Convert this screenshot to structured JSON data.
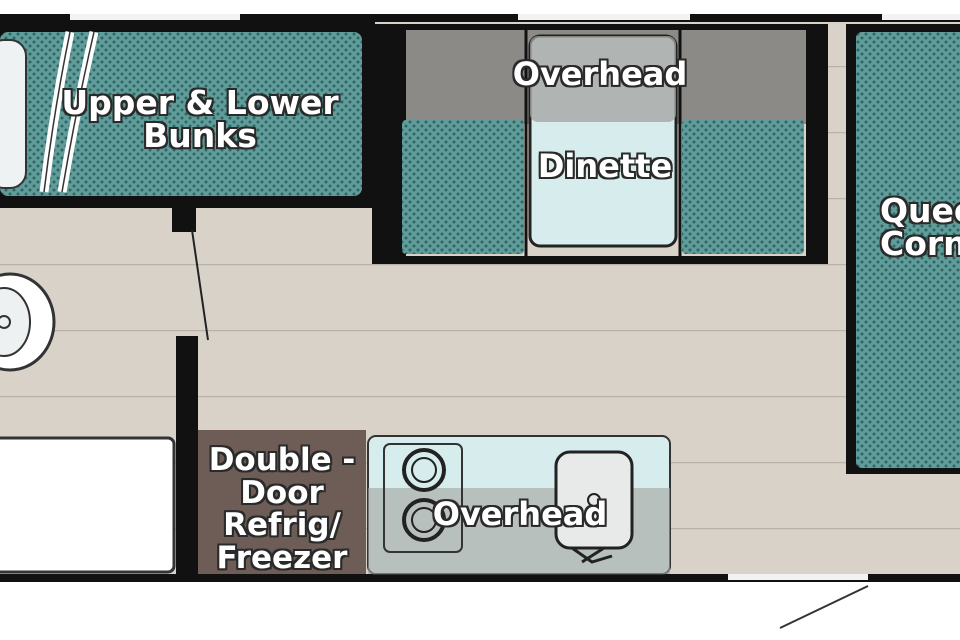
{
  "colors": {
    "floor": "#d8d2c9",
    "floor_line": "#b9b2a8",
    "wall": "#111111",
    "cushion": "#5f9c9a",
    "cushion_dot": "#2f6665",
    "table": "#d7ecec",
    "fridge": "#6e5d56",
    "white": "#ffffff"
  },
  "labels": {
    "bunks": "Upper & Lower Bunks",
    "dinette_overhead": "Overhead",
    "dinette": "Dinette",
    "queen": "Queen Corner",
    "fridge": "Double -Door Refrig/ Freezer",
    "kitchen_overhead": "Overhead"
  },
  "icons": [
    "stove-burner-icon",
    "stove-burner-icon",
    "sink-icon",
    "faucet-icon",
    "toilet-icon",
    "bunk-ladder-icon"
  ]
}
